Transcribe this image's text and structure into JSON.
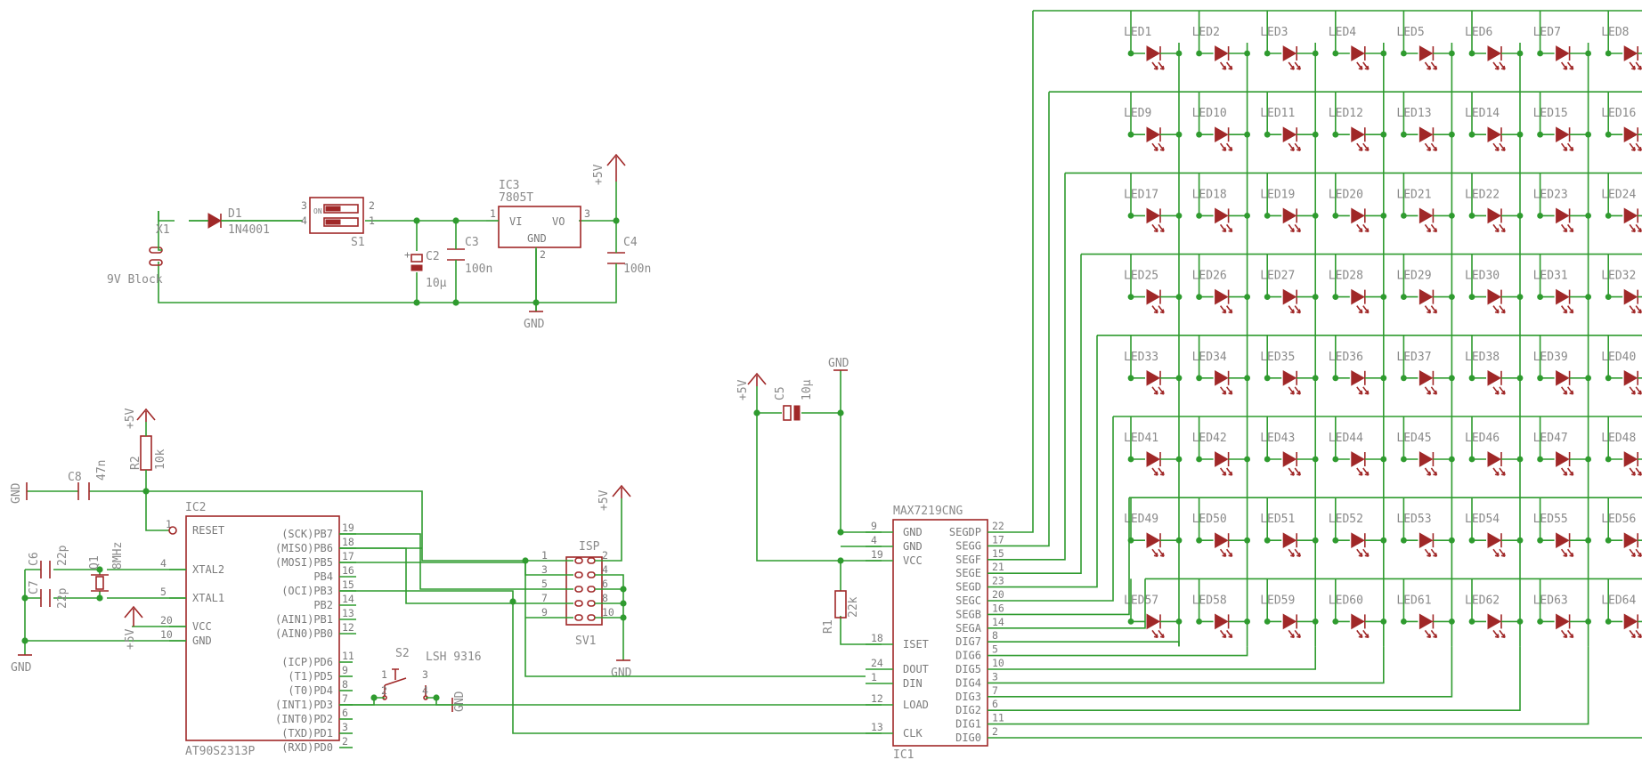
{
  "led_grid": {
    "rows": 8,
    "cols": 8,
    "labels": [
      "LED1",
      "LED2",
      "LED3",
      "LED4",
      "LED5",
      "LED6",
      "LED7",
      "LED8",
      "LED9",
      "LED10",
      "LED11",
      "LED12",
      "LED13",
      "LED14",
      "LED15",
      "LED16",
      "LED17",
      "LED18",
      "LED19",
      "LED20",
      "LED21",
      "LED22",
      "LED23",
      "LED24",
      "LED25",
      "LED26",
      "LED27",
      "LED28",
      "LED29",
      "LED30",
      "LED31",
      "LED32",
      "LED33",
      "LED34",
      "LED35",
      "LED36",
      "LED37",
      "LED38",
      "LED39",
      "LED40",
      "LED41",
      "LED42",
      "LED43",
      "LED44",
      "LED45",
      "LED46",
      "LED47",
      "LED48",
      "LED49",
      "LED50",
      "LED51",
      "LED52",
      "LED53",
      "LED54",
      "LED55",
      "LED56",
      "LED57",
      "LED58",
      "LED59",
      "LED60",
      "LED61",
      "LED62",
      "LED63",
      "LED64"
    ]
  },
  "power": {
    "x1_name": "X1",
    "x1_value": "9V Block",
    "d1_name": "D1",
    "d1_value": "1N4001",
    "s1_name": "S1",
    "s1_on": "ON",
    "s1_pins": [
      "3",
      "4",
      "2",
      "1"
    ],
    "ic3_name": "IC3",
    "ic3_value": "7805T",
    "ic3_vi": "VI",
    "ic3_vo": "VO",
    "ic3_gnd": "GND",
    "ic3_pins": [
      "1",
      "3",
      "2"
    ],
    "c2_name": "C2",
    "c2_value": "10µ",
    "c3_name": "C3",
    "c3_value": "100n",
    "c4_name": "C4",
    "c4_value": "100n",
    "vcc": "+5V",
    "gnd": "GND"
  },
  "mcu": {
    "name": "IC2",
    "value": "AT90S2313P",
    "left_pins": [
      {
        "label": "RESET",
        "num": "1"
      },
      {
        "label": "XTAL2",
        "num": "4"
      },
      {
        "label": "XTAL1",
        "num": "5"
      },
      {
        "label": "VCC",
        "num": "20"
      },
      {
        "label": "GND",
        "num": "10"
      }
    ],
    "right_pins": [
      {
        "label": "(SCK)PB7",
        "num": "19"
      },
      {
        "label": "(MISO)PB6",
        "num": "18"
      },
      {
        "label": "(MOSI)PB5",
        "num": "17"
      },
      {
        "label": "PB4",
        "num": "16"
      },
      {
        "label": "(OCI)PB3",
        "num": "15"
      },
      {
        "label": "PB2",
        "num": "14"
      },
      {
        "label": "(AIN1)PB1",
        "num": "13"
      },
      {
        "label": "(AIN0)PB0",
        "num": "12"
      },
      {
        "label": "(ICP)PD6",
        "num": "11"
      },
      {
        "label": "(T1)PD5",
        "num": "9"
      },
      {
        "label": "(T0)PD4",
        "num": "8"
      },
      {
        "label": "(INT1)PD3",
        "num": "7"
      },
      {
        "label": "(INT0)PD2",
        "num": "6"
      },
      {
        "label": "(TXD)PD1",
        "num": "3"
      },
      {
        "label": "(RXD)PD0",
        "num": "2"
      }
    ],
    "r2_name": "R2",
    "r2_value": "10k",
    "c8_name": "C8",
    "c8_value": "47n",
    "c6_name": "C6",
    "c6_value": "22p",
    "c7_name": "C7",
    "c7_value": "22p",
    "q1_name": "Q1",
    "q1_value": "8MHz",
    "vcc": "+5V",
    "gnd": "GND"
  },
  "isp": {
    "name": "ISP",
    "part": "SV1",
    "left_pins": [
      "1",
      "3",
      "5",
      "7",
      "9"
    ],
    "right_pins": [
      "2",
      "4",
      "6",
      "8",
      "10"
    ],
    "vcc": "+5V",
    "gnd": "GND"
  },
  "switch2": {
    "name": "S2",
    "value": "LSH 9316",
    "pins": [
      "1",
      "3",
      "2",
      "4"
    ],
    "gnd": "GND"
  },
  "driver": {
    "name": "IC1",
    "value": "MAX7219CNG",
    "left_pins": [
      {
        "label": "GND",
        "num": "9"
      },
      {
        "label": "GND",
        "num": "4"
      },
      {
        "label": "VCC",
        "num": "19"
      },
      {
        "label": "ISET",
        "num": "18"
      },
      {
        "label": "DOUT",
        "num": "24"
      },
      {
        "label": "DIN",
        "num": "1"
      },
      {
        "label": "LOAD",
        "num": "12"
      },
      {
        "label": "CLK",
        "num": "13"
      }
    ],
    "right_pins": [
      {
        "label": "SEGDP",
        "num": "22"
      },
      {
        "label": "SEGG",
        "num": "17"
      },
      {
        "label": "SEGF",
        "num": "15"
      },
      {
        "label": "SEGE",
        "num": "21"
      },
      {
        "label": "SEGD",
        "num": "23"
      },
      {
        "label": "SEGC",
        "num": "20"
      },
      {
        "label": "SEGB",
        "num": "16"
      },
      {
        "label": "SEGA",
        "num": "14"
      },
      {
        "label": "DIG7",
        "num": "8"
      },
      {
        "label": "DIG6",
        "num": "5"
      },
      {
        "label": "DIG5",
        "num": "10"
      },
      {
        "label": "DIG4",
        "num": "3"
      },
      {
        "label": "DIG3",
        "num": "7"
      },
      {
        "label": "DIG2",
        "num": "6"
      },
      {
        "label": "DIG1",
        "num": "11"
      },
      {
        "label": "DIG0",
        "num": "2"
      }
    ],
    "r1_name": "R1",
    "r1_value": "22k",
    "c5_name": "C5",
    "c5_value": "10µ",
    "vcc": "+5V",
    "gnd": "GND"
  }
}
